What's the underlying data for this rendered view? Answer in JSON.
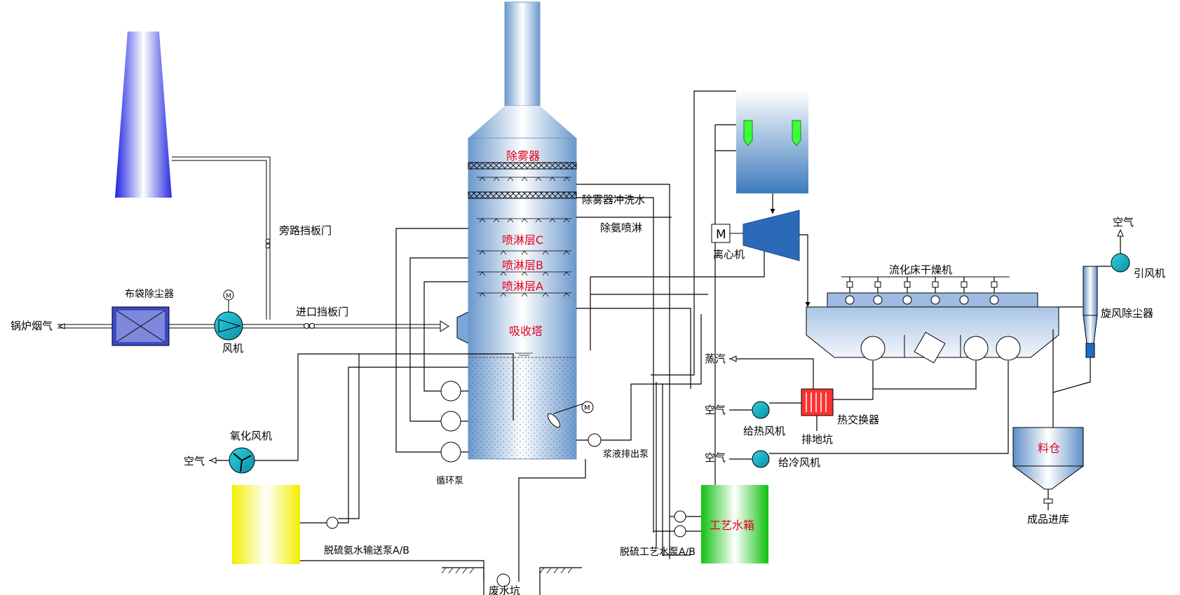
{
  "labels": {
    "boiler_flue_gas": "锅炉烟气",
    "bag_filter": "布袋除尘器",
    "fan": "风机",
    "inlet_damper": "进口挡板门",
    "bypass_damper": "旁路挡板门",
    "oxidation_fan": "氧化风机",
    "air_1": "空气",
    "ammonia_pump": "脱硫氨水输送泵A/B",
    "circulation_pump": "循环泵",
    "waste_pit": "废水坑",
    "demister": "除雾器",
    "demister_wash": "除雾器冲洗水",
    "deammonia_spray": "除氨喷淋",
    "spray_c": "喷淋层C",
    "spray_b": "喷淋层B",
    "spray_a": "喷淋层A",
    "absorber": "吸收塔",
    "slurry_pump": "浆液排出泵",
    "process_pump": "脱硫工艺水泵A/B",
    "process_tank": "工艺水箱",
    "centrifuge": "离心机",
    "motor_m": "M",
    "motor_small": "M",
    "steam": "蒸汽",
    "heat_exchanger": "热交换器",
    "drain_pit": "排地坑",
    "air_2": "空气",
    "hot_fan": "给热风机",
    "air_3": "空气",
    "cold_fan": "给冷风机",
    "fluid_bed_dryer": "流化床干燥机",
    "induced_fan": "引风机",
    "air_4": "空气",
    "cyclone": "旋风除尘器",
    "silo": "料仓",
    "product_storage": "成品进库"
  },
  "colors": {
    "label_red": "#e0001b",
    "chimney_blue": "#2a2ee0",
    "tower_blue": "#5f8ec6",
    "gas_yellow": "#f5f000",
    "tank_green": "#1fcc1f",
    "equipment_cyan": "#1ec6d8"
  }
}
